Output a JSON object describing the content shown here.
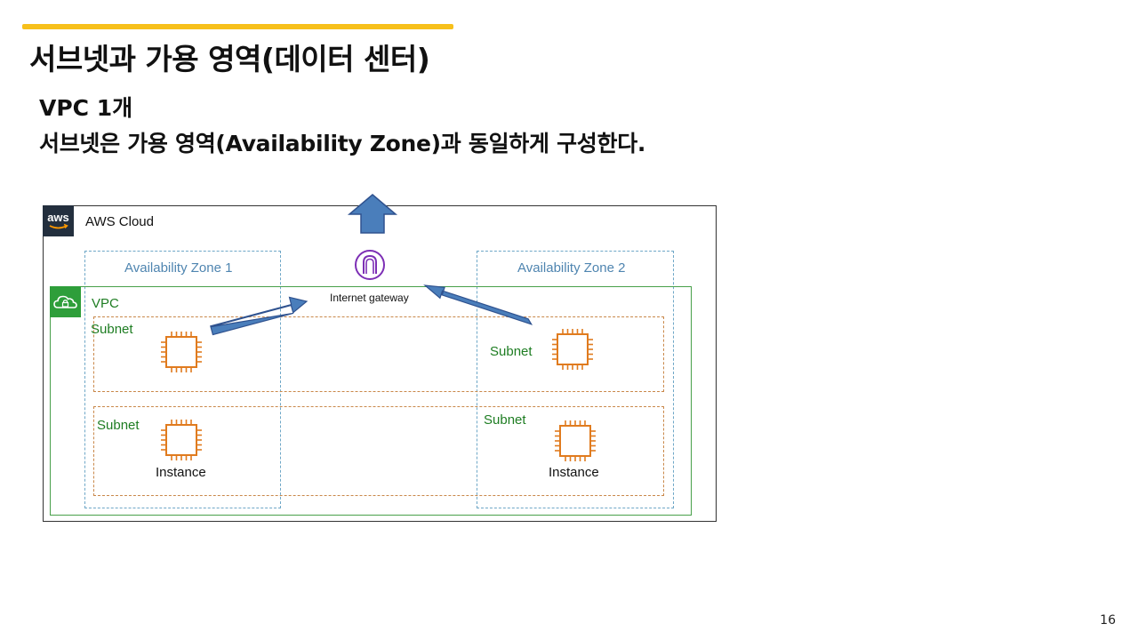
{
  "slide": {
    "title": "서브넷과 가용 영역(데이터 센터)",
    "line1": "VPC 1개",
    "line2": "서브넷은 가용 영역(Availability Zone)과 동일하게 구성한다.",
    "page_number": "16",
    "accent_color": "#f7c01b"
  },
  "diagram": {
    "cloud_label": "AWS Cloud",
    "cloud_logo_text": "aws",
    "az1_label": "Availability Zone 1",
    "az2_label": "Availability Zone 2",
    "vpc_label": "VPC",
    "gateway_label": "Internet gateway",
    "subnets": [
      "Subnet",
      "Subnet",
      "Subnet",
      "Subnet"
    ],
    "instances": [
      "Instance",
      "Instance"
    ],
    "icons": [
      "aws-logo-icon",
      "vpc-cloud-lock-icon",
      "internet-gateway-icon",
      "ec2-chip-icon",
      "up-arrow-icon"
    ],
    "colors": {
      "arrow_fill": "#4a7ebb",
      "arrow_stroke": "#2f528f",
      "az_border": "#6ea7c7",
      "vpc_border": "#48a04a",
      "subnet_border": "#c9884a",
      "instance_orange": "#e07b1e",
      "gateway_purple": "#7d2fb5"
    }
  }
}
